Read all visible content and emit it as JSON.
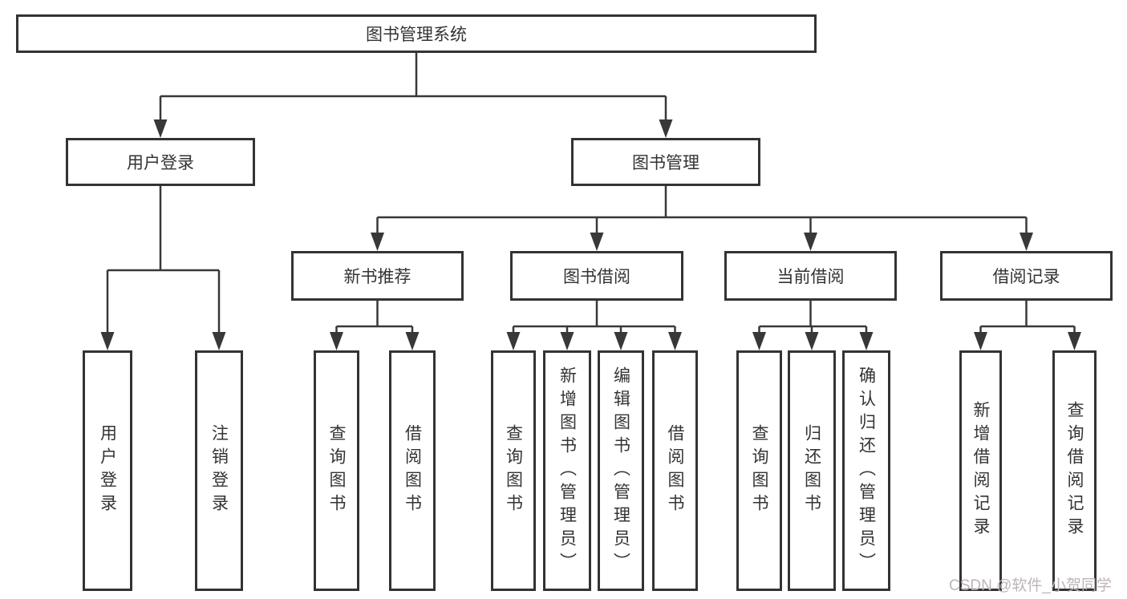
{
  "tree": {
    "root": {
      "label": "图书管理系统",
      "children": [
        {
          "label": "用户登录",
          "children": [
            {
              "label": "用户登录"
            },
            {
              "label": "注销登录"
            }
          ]
        },
        {
          "label": "图书管理",
          "children": [
            {
              "label": "新书推荐",
              "children": [
                {
                  "label": "查询图书"
                },
                {
                  "label": "借阅图书"
                }
              ]
            },
            {
              "label": "图书借阅",
              "children": [
                {
                  "label": "查询图书"
                },
                {
                  "label": "新增图书（管理员）"
                },
                {
                  "label": "编辑图书（管理员）"
                },
                {
                  "label": "借阅图书"
                }
              ]
            },
            {
              "label": "当前借阅",
              "children": [
                {
                  "label": "查询图书"
                },
                {
                  "label": "归还图书"
                },
                {
                  "label": "确认归还（管理员）"
                }
              ]
            },
            {
              "label": "借阅记录",
              "children": [
                {
                  "label": "新增借阅记录"
                },
                {
                  "label": "查询借阅记录"
                }
              ]
            }
          ]
        }
      ]
    }
  },
  "watermark": {
    "text": "CSDN @软件_小贺同学"
  },
  "colors": {
    "line": "#383838",
    "box_border": "#333333",
    "text": "#333333",
    "watermark": "#bdb5b5",
    "background": "#ffffff"
  }
}
